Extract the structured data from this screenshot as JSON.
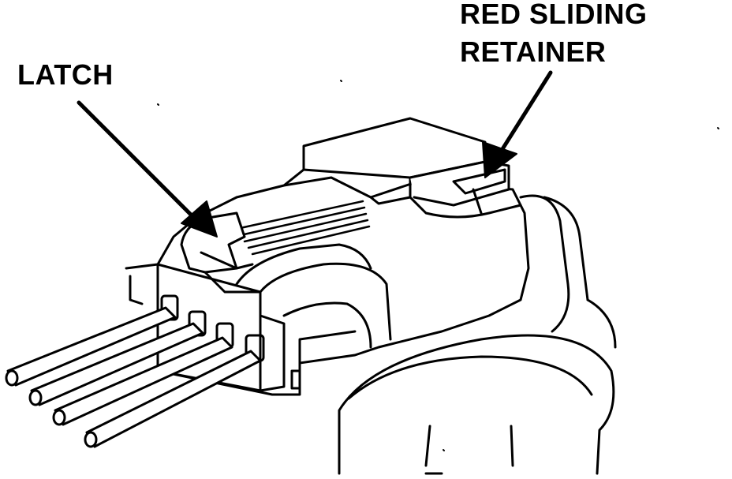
{
  "labels": {
    "latch": "LATCH",
    "retainer_line1": "RED SLIDING",
    "retainer_line2": "RETAINER"
  },
  "colors": {
    "ink": "#000000",
    "paper": "#ffffff"
  }
}
